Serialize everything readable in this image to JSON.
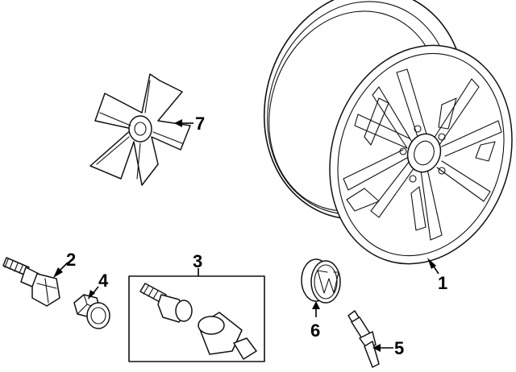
{
  "callouts": [
    {
      "id": "wheel",
      "label": "1"
    },
    {
      "id": "lug-bolt",
      "label": "2"
    },
    {
      "id": "lock-kit",
      "label": "3"
    },
    {
      "id": "bolt-cap",
      "label": "4"
    },
    {
      "id": "valve-stem",
      "label": "5"
    },
    {
      "id": "center-cap",
      "label": "6"
    },
    {
      "id": "spoke-cover",
      "label": "7"
    }
  ]
}
